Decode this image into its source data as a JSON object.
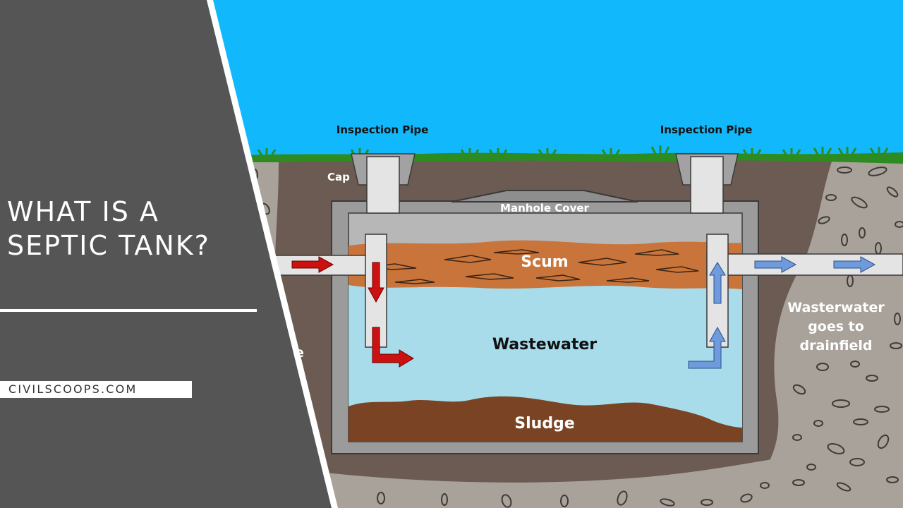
{
  "title": "WHAT IS A SEPTIC TANK?",
  "brand": "CIVILSCOOPS.COM",
  "labels": {
    "inspection_pipe_left": "Inspection Pipe",
    "inspection_pipe_right": "Inspection Pipe",
    "cap": "Cap",
    "manhole_cover": "Manhole Cover",
    "scum": "Scum",
    "wastewater": "Wastewater",
    "sludge": "Sludge",
    "drainfield_line1": "Wasterwater",
    "drainfield_line2": "goes to",
    "drainfield_line3": "drainfield",
    "partial_text": "e"
  },
  "colors": {
    "sky": "#11b8fb",
    "grass": "#2e8b22",
    "soil": "#6b5b52",
    "gravel": "#a9a29b",
    "tank_wall": "#9b9b9b",
    "pipe": "#e4e4e4",
    "scum": "#c8743a",
    "water": "#a8dcea",
    "sludge": "#7a4424",
    "inflow_arrow": "#cc1111",
    "outflow_arrow": "#6f9bdc",
    "panel": "#555555"
  }
}
